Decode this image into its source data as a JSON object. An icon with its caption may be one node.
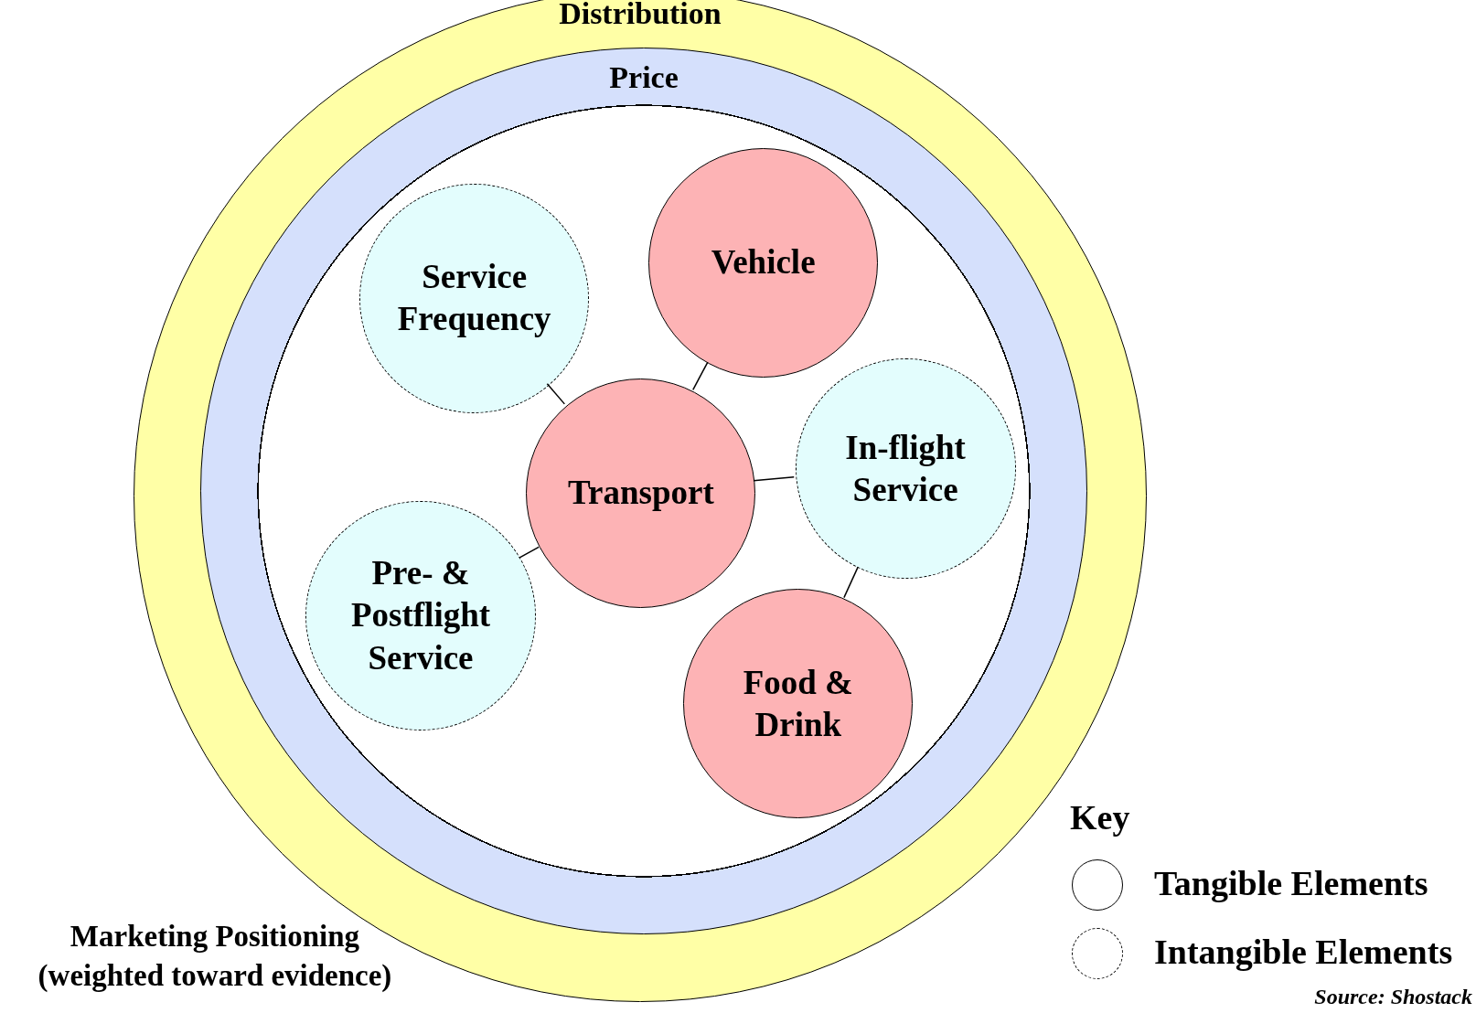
{
  "diagram": {
    "nodes": [
      {
        "text": [
          "Distribution"
        ]
      },
      {
        "text": [
          "Price"
        ],
        "in": 0
      },
      {
        "text": [
          "Service Frequency"
        ],
        "in": 1
      },
      {
        "text": [
          "Vehicle"
        ],
        "in": 1
      },
      {
        "text": [
          "Transport"
        ],
        "in": 1
      },
      {
        "text": [
          "In-flight Service"
        ],
        "in": 1
      },
      {
        "text": [
          "Pre- & Postflight Service"
        ],
        "in": 1
      },
      {
        "text": [
          "Food & Drink"
        ],
        "in": 1
      }
    ],
    "edges": [
      {
        "from": 4,
        "to": 2,
        "arrow": "none"
      },
      {
        "from": 4,
        "to": 3,
        "arrow": "none"
      },
      {
        "from": 4,
        "to": 5,
        "arrow": "none"
      },
      {
        "from": 4,
        "to": 6,
        "arrow": "none"
      },
      {
        "from": 5,
        "to": 7,
        "arrow": "none"
      }
    ],
    "labels": [
      "Marketing Positioning (weighted toward evidence)",
      "Key",
      "Source: Shostack"
    ],
    "legend": [
      {
        "text": "Tangible Elements"
      },
      {
        "text": "Intangible Elements"
      }
    ]
  }
}
